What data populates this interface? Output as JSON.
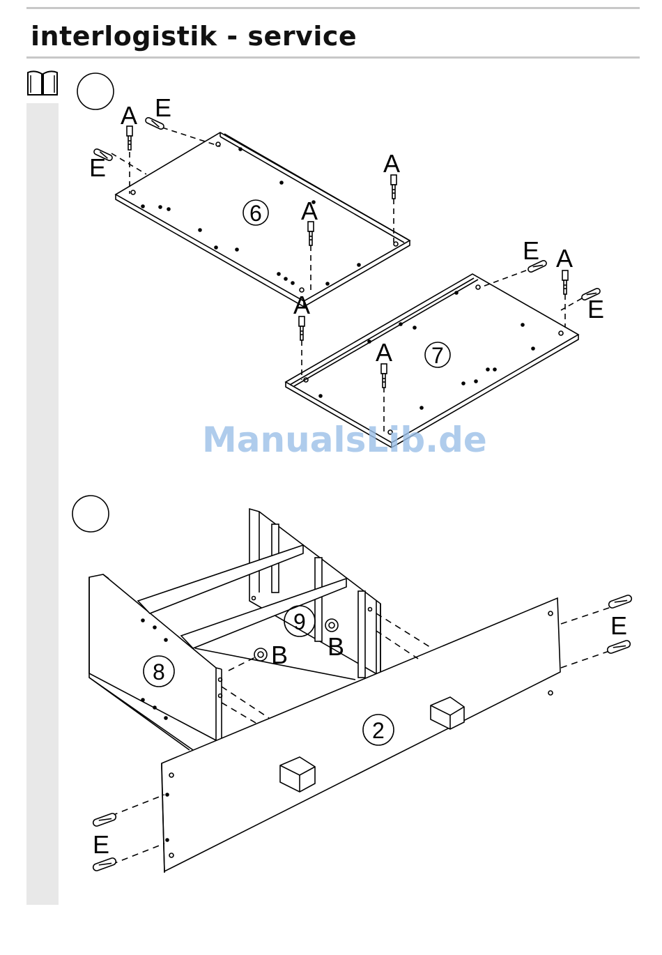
{
  "header": {
    "brand": "interlogistik - service"
  },
  "watermark": "ManualsLib.de",
  "step1": {
    "labels": [
      "A",
      "E",
      "E",
      "A",
      "A",
      "A",
      "E",
      "A",
      "E",
      "A"
    ],
    "parts": [
      "6",
      "7"
    ]
  },
  "step2": {
    "labels": [
      "B",
      "B",
      "E",
      "E"
    ],
    "parts": [
      "8",
      "9",
      "2"
    ]
  },
  "icons": [
    "book-icon"
  ]
}
